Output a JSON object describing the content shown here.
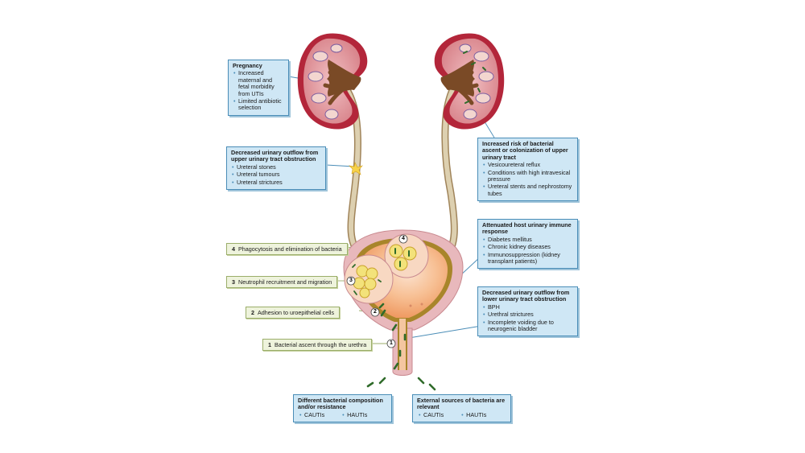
{
  "boxes": {
    "pregnancy": {
      "title": "Pregnancy",
      "items": [
        "Increased maternal and fetal morbidity from UTIs",
        "Limited antibiotic selection"
      ]
    },
    "upper_obstruction": {
      "title": "Decreased urinary outflow from upper urinary tract obstruction",
      "items": [
        "Ureteral stones",
        "Ureteral tumours",
        "Ureteral strictures"
      ]
    },
    "ascent_risk": {
      "title": "Increased risk of bacterial ascent or colonization of upper urinary tract",
      "items": [
        "Vesicoureteral reflux",
        "Conditions with high intravesical pressure",
        "Ureteral stents and nephrostomy tubes"
      ]
    },
    "immune": {
      "title": "Attenuated host urinary immune response",
      "items": [
        "Diabetes mellitus",
        "Chronic kidney diseases",
        "Immunosuppression (kidney transplant patients)"
      ]
    },
    "lower_obstruction": {
      "title": "Decreased urinary outflow from lower urinary tract obstruction",
      "items": [
        "BPH",
        "Urethral strictures",
        "Incomplete voiding due to neurogenic bladder"
      ]
    },
    "composition": {
      "title": "Different bacterial composition and/or resistance",
      "items": [
        "CAUTIs",
        "HAUTIs"
      ]
    },
    "external": {
      "title": "External sources of bacteria are relevant",
      "items": [
        "CAUTIs",
        "HAUTIs"
      ]
    }
  },
  "steps": [
    {
      "num": "4",
      "label": "Phagocytosis and elimination of bacteria"
    },
    {
      "num": "3",
      "label": "Neutrophil recruitment and migration"
    },
    {
      "num": "2",
      "label": "Adhesion to uroepithelial cells"
    },
    {
      "num": "1",
      "label": "Bacterial ascent through the urethra"
    }
  ],
  "markers": [
    "1",
    "2",
    "3",
    "4"
  ],
  "colors": {
    "kidney_outer": "#b3263a",
    "kidney_inner": "#e7a4a8",
    "pelvis": "#7a4a26",
    "bladder_wall": "#e8b8bc",
    "bladder_lumen": "#f6b98a",
    "ureter": "#d8c6a2",
    "bacteria": "#2f6b2a",
    "box_fill": "#cfe7f5",
    "box_border": "#4a8db7",
    "step_fill": "#eef3dc"
  }
}
